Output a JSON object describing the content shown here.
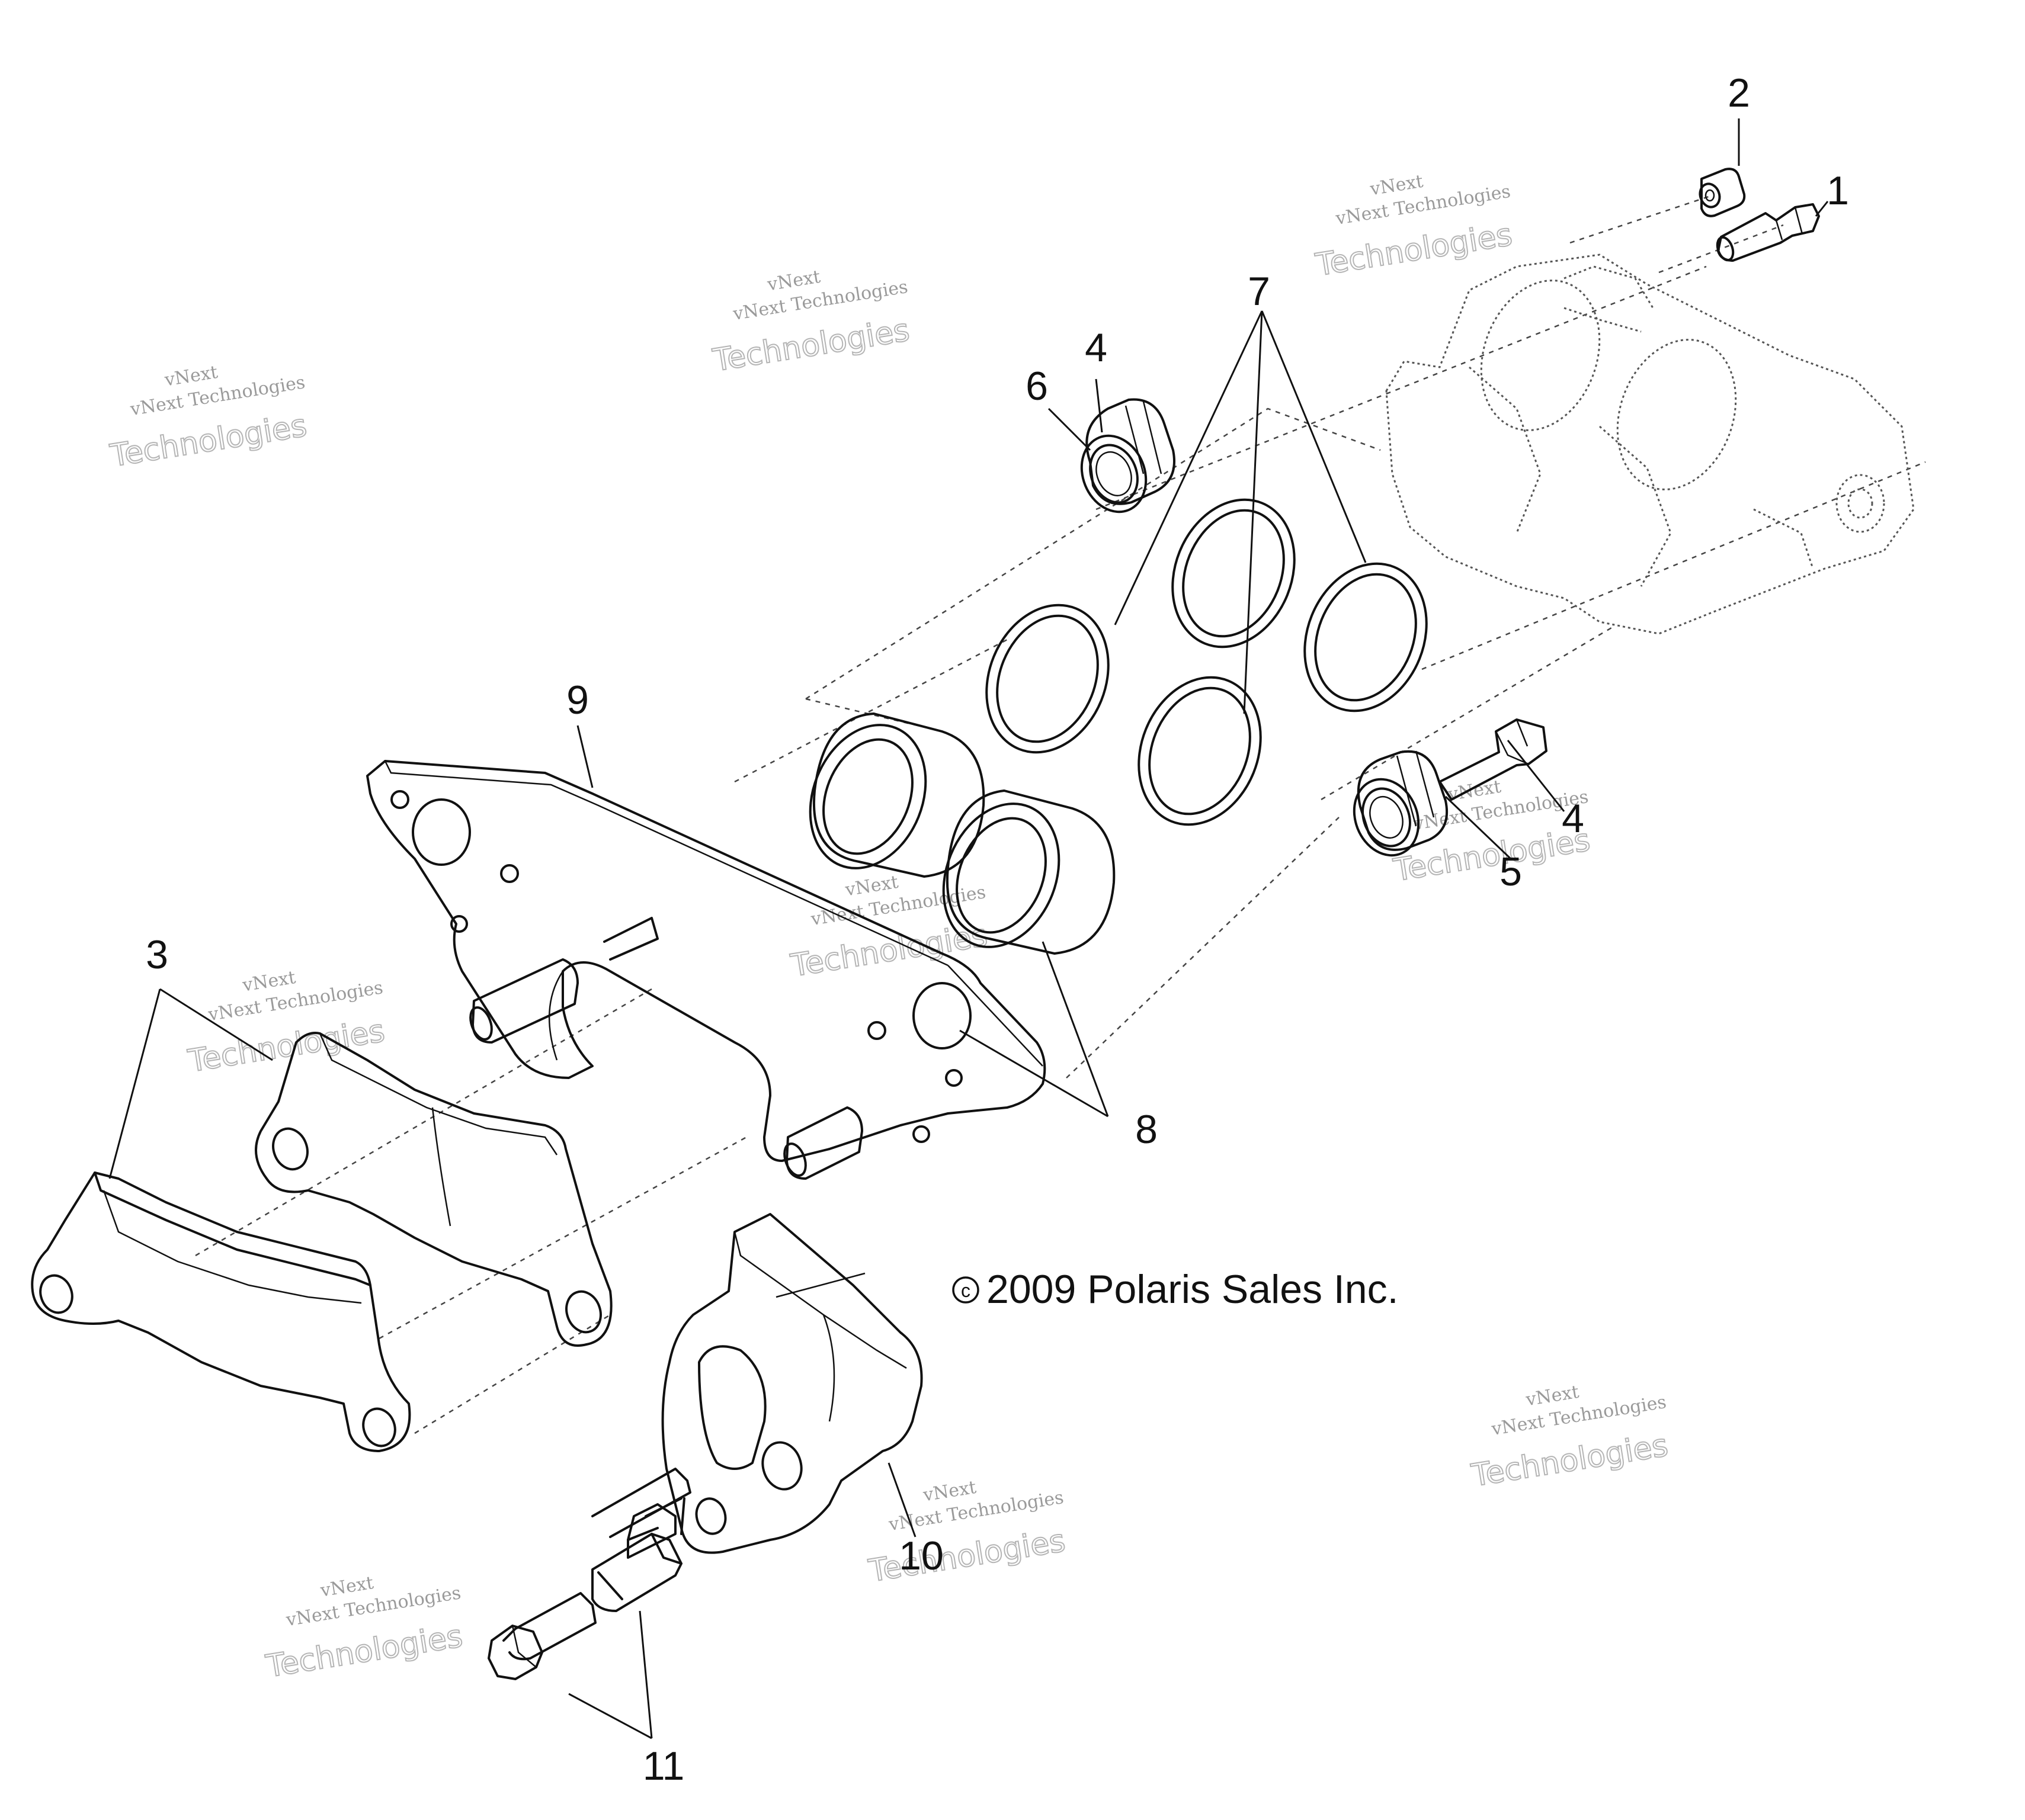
{
  "diagram": {
    "copyright": "2009 Polaris Sales Inc.",
    "copyright_symbol": "c",
    "callouts": {
      "c1": "1",
      "c2": "2",
      "c3": "3",
      "c4a": "4",
      "c4b": "4",
      "c5": "5",
      "c6": "6",
      "c7": "7",
      "c8": "8",
      "c9": "9",
      "c10": "10",
      "c11": "11"
    },
    "watermark": {
      "line1": "vNext",
      "line2": "vNext Technologies",
      "line3": "Technologies"
    }
  }
}
